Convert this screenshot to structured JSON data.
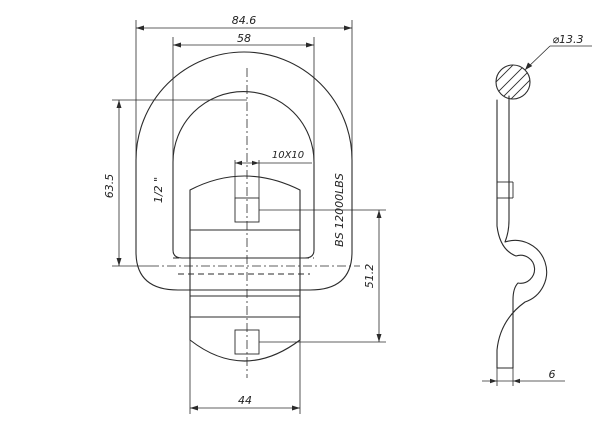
{
  "dimensions": {
    "ring_outer_width": "84.6",
    "ring_inner_width": "58",
    "overall_height": "63.5",
    "slot_size": "10X10",
    "slot_spacing": "51.2",
    "plate_width": "44",
    "rod_diameter": "⌀13.3",
    "side_thickness": "6"
  },
  "labels": {
    "thread_note": "1/2 \"",
    "breaking_strength": "BS 12000LBS"
  },
  "colors": {
    "line": "#2b2b2b",
    "background": "#ffffff"
  }
}
